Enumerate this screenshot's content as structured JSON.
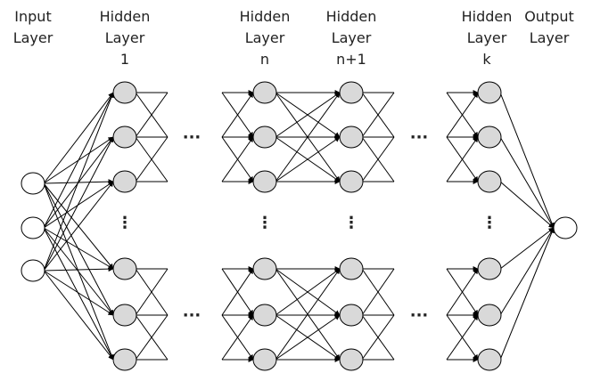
{
  "layers": {
    "input": [
      "Input",
      "Layer"
    ],
    "hidden1": [
      "Hidden",
      "Layer",
      "1"
    ],
    "hiddenN": [
      "Hidden",
      "Layer",
      "n"
    ],
    "hiddenN1": [
      "Hidden",
      "Layer",
      "n+1"
    ],
    "hiddenK": [
      "Hidden",
      "Layer",
      "k"
    ],
    "output": [
      "Output",
      "Layer"
    ]
  },
  "ellipsis": {
    "horizontal": "···",
    "vertical": "⋮"
  },
  "colors": {
    "hidden_node_fill": "#d9d9d9",
    "input_output_node_fill": "#ffffff",
    "stroke": "#000000"
  }
}
